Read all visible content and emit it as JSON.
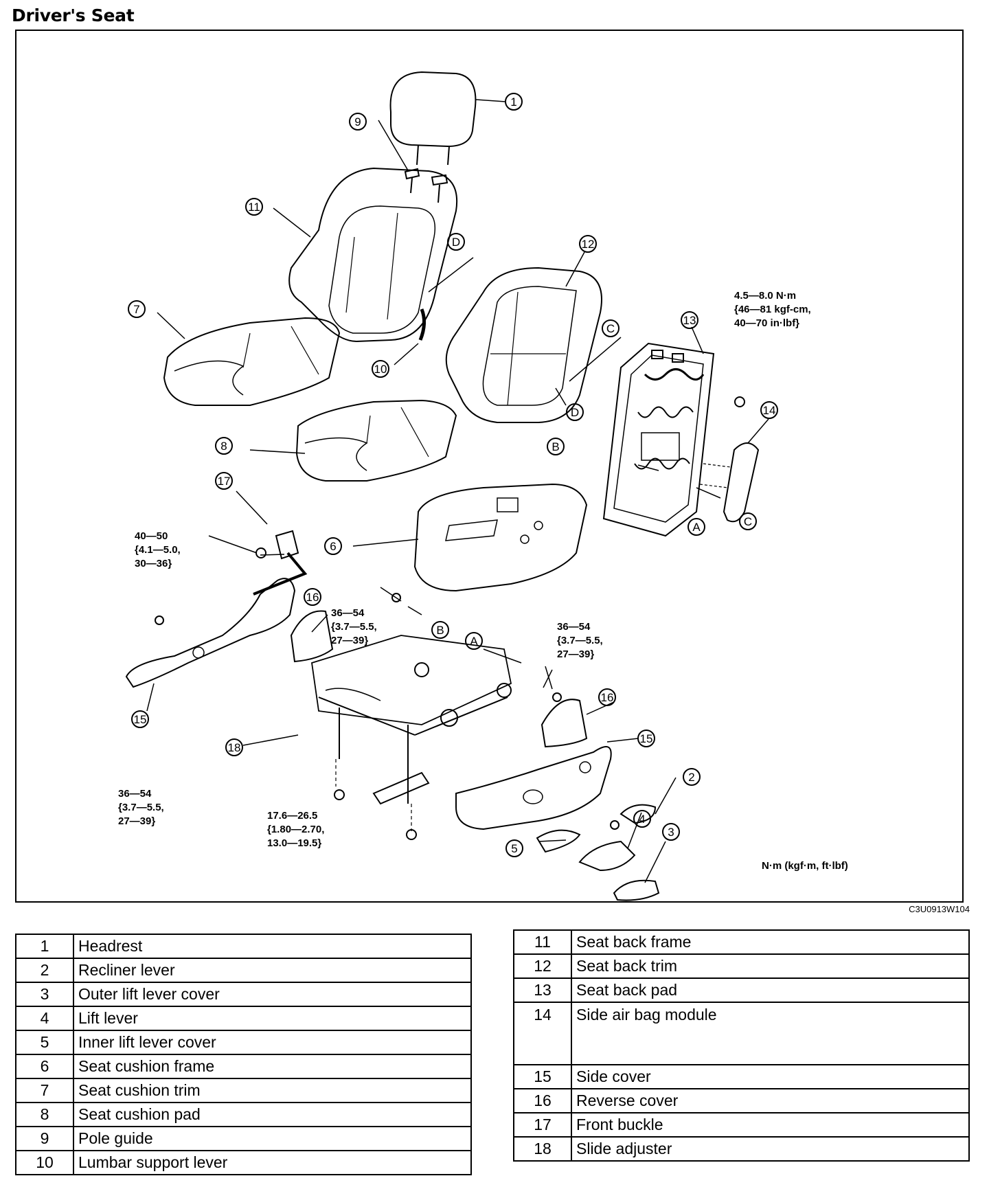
{
  "title": "Driver's Seat",
  "figure_code": "C3U0913W104",
  "units_note": "N·m (kgf·m, ft·lbf)",
  "torque": {
    "side_airbag": [
      "4.5—8.0 N·m",
      "{46—81 kgf-cm,",
      "40—70 in·lbf}"
    ],
    "buckle": [
      "40—50",
      "{4.1—5.0,",
      "30—36}"
    ],
    "cushion_front_bolt": [
      "36—54",
      "{3.7—5.5,",
      "27—39}"
    ],
    "cushion_right_bolt": [
      "36—54",
      "{3.7—5.5,",
      "27—39}"
    ],
    "rail_bolt_left": [
      "36—54",
      "{3.7—5.5,",
      "27—39}"
    ],
    "rail_bolt_center": [
      "17.6—26.5",
      "{1.80—2.70,",
      "13.0—19.5}"
    ]
  },
  "callouts": [
    "1",
    "2",
    "3",
    "4",
    "5",
    "6",
    "7",
    "8",
    "9",
    "10",
    "11",
    "12",
    "13",
    "14",
    "15",
    "16",
    "17",
    "18"
  ],
  "refs": [
    "A",
    "B",
    "C",
    "D"
  ],
  "parts_left": [
    {
      "num": "1",
      "name": "Headrest"
    },
    {
      "num": "2",
      "name": "Recliner lever"
    },
    {
      "num": "3",
      "name": "Outer lift lever cover"
    },
    {
      "num": "4",
      "name": "Lift lever"
    },
    {
      "num": "5",
      "name": "Inner lift lever cover"
    },
    {
      "num": "6",
      "name": "Seat cushion frame"
    },
    {
      "num": "7",
      "name": "Seat cushion trim"
    },
    {
      "num": "8",
      "name": "Seat cushion pad"
    },
    {
      "num": "9",
      "name": "Pole guide"
    },
    {
      "num": "10",
      "name": "Lumbar support lever"
    }
  ],
  "parts_right": [
    {
      "num": "11",
      "name": "Seat back frame"
    },
    {
      "num": "12",
      "name": "Seat back trim"
    },
    {
      "num": "13",
      "name": "Seat back pad"
    },
    {
      "num": "14",
      "name": "Side air bag module"
    },
    {
      "num": "15",
      "name": "Side cover"
    },
    {
      "num": "16",
      "name": "Reverse cover"
    },
    {
      "num": "17",
      "name": "Front buckle"
    },
    {
      "num": "18",
      "name": "Slide adjuster"
    }
  ]
}
